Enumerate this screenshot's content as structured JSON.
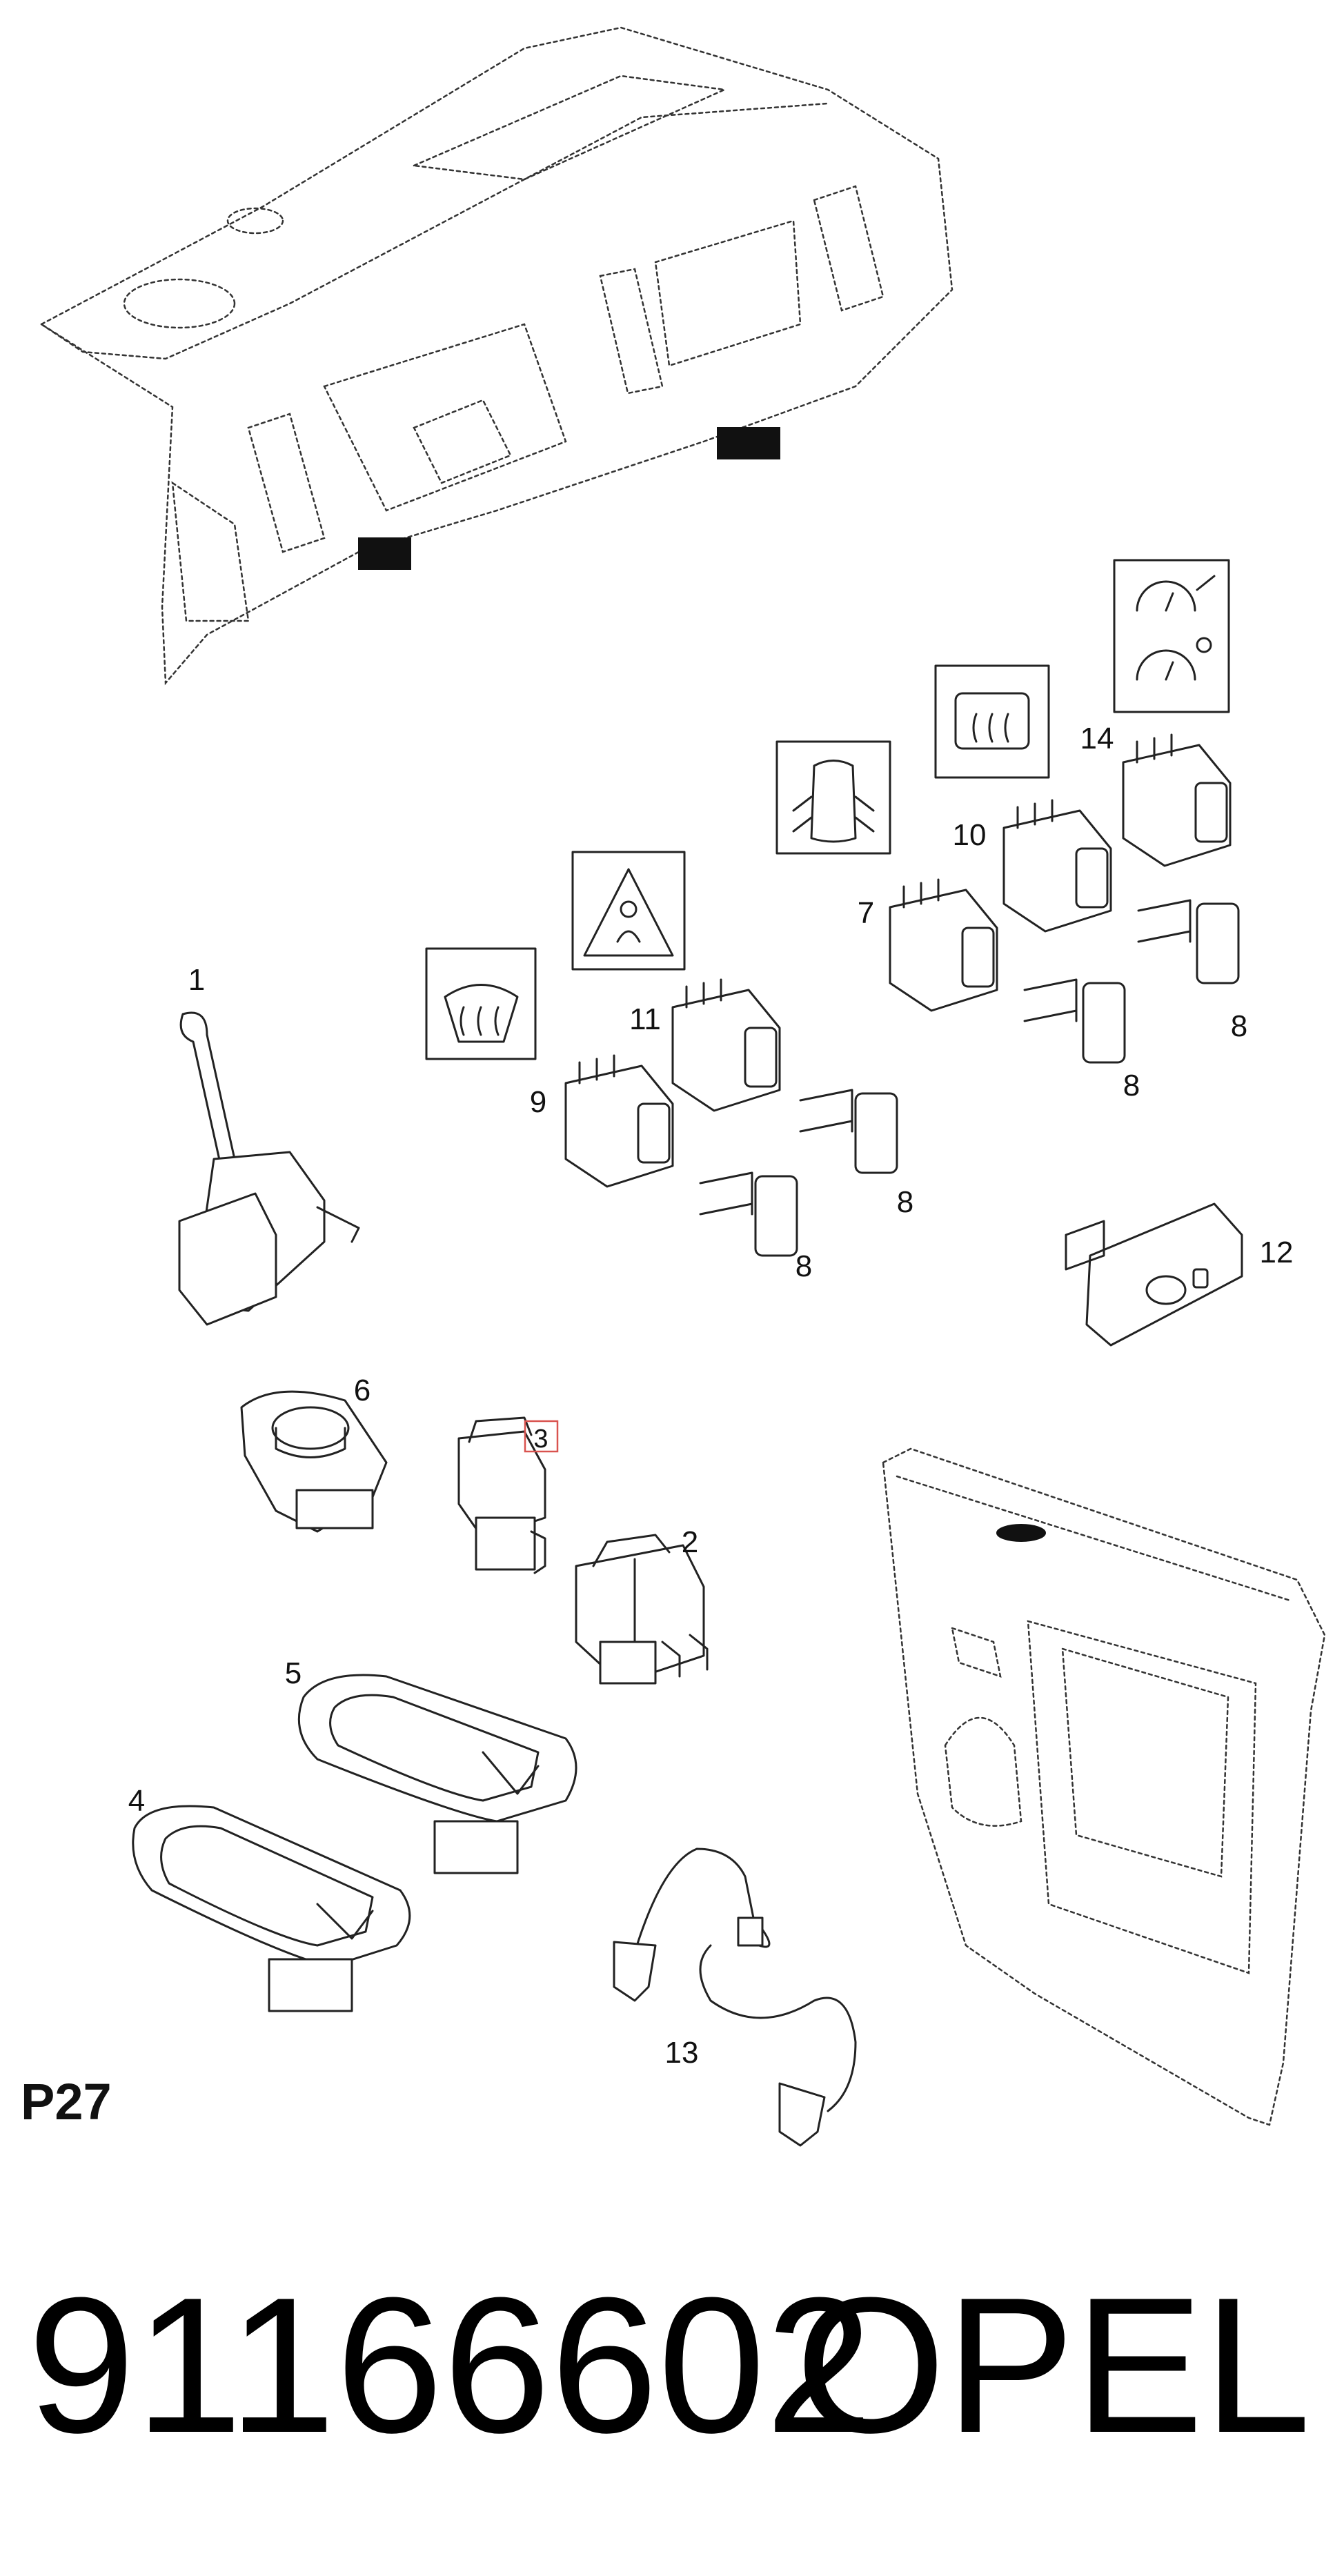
{
  "callouts": {
    "c1": "1",
    "c2": "2",
    "c3": "3",
    "c4": "4",
    "c5": "5",
    "c6": "6",
    "c7": "7",
    "c8a": "8",
    "c8b": "8",
    "c8c": "8",
    "c8d": "8",
    "c9": "9",
    "c10": "10",
    "c11": "11",
    "c12": "12",
    "c13": "13",
    "c14": "14"
  },
  "page_code": "P27",
  "part_number": "91166602",
  "brand": "OPEL",
  "colors": {
    "highlight": "#d9534f",
    "ink": "#222222"
  },
  "icons": [
    "windshield-heater-icon",
    "traction-control-warning-icon",
    "door-ajar-icon",
    "rear-window-heater-icon",
    "gauge-icon"
  ]
}
